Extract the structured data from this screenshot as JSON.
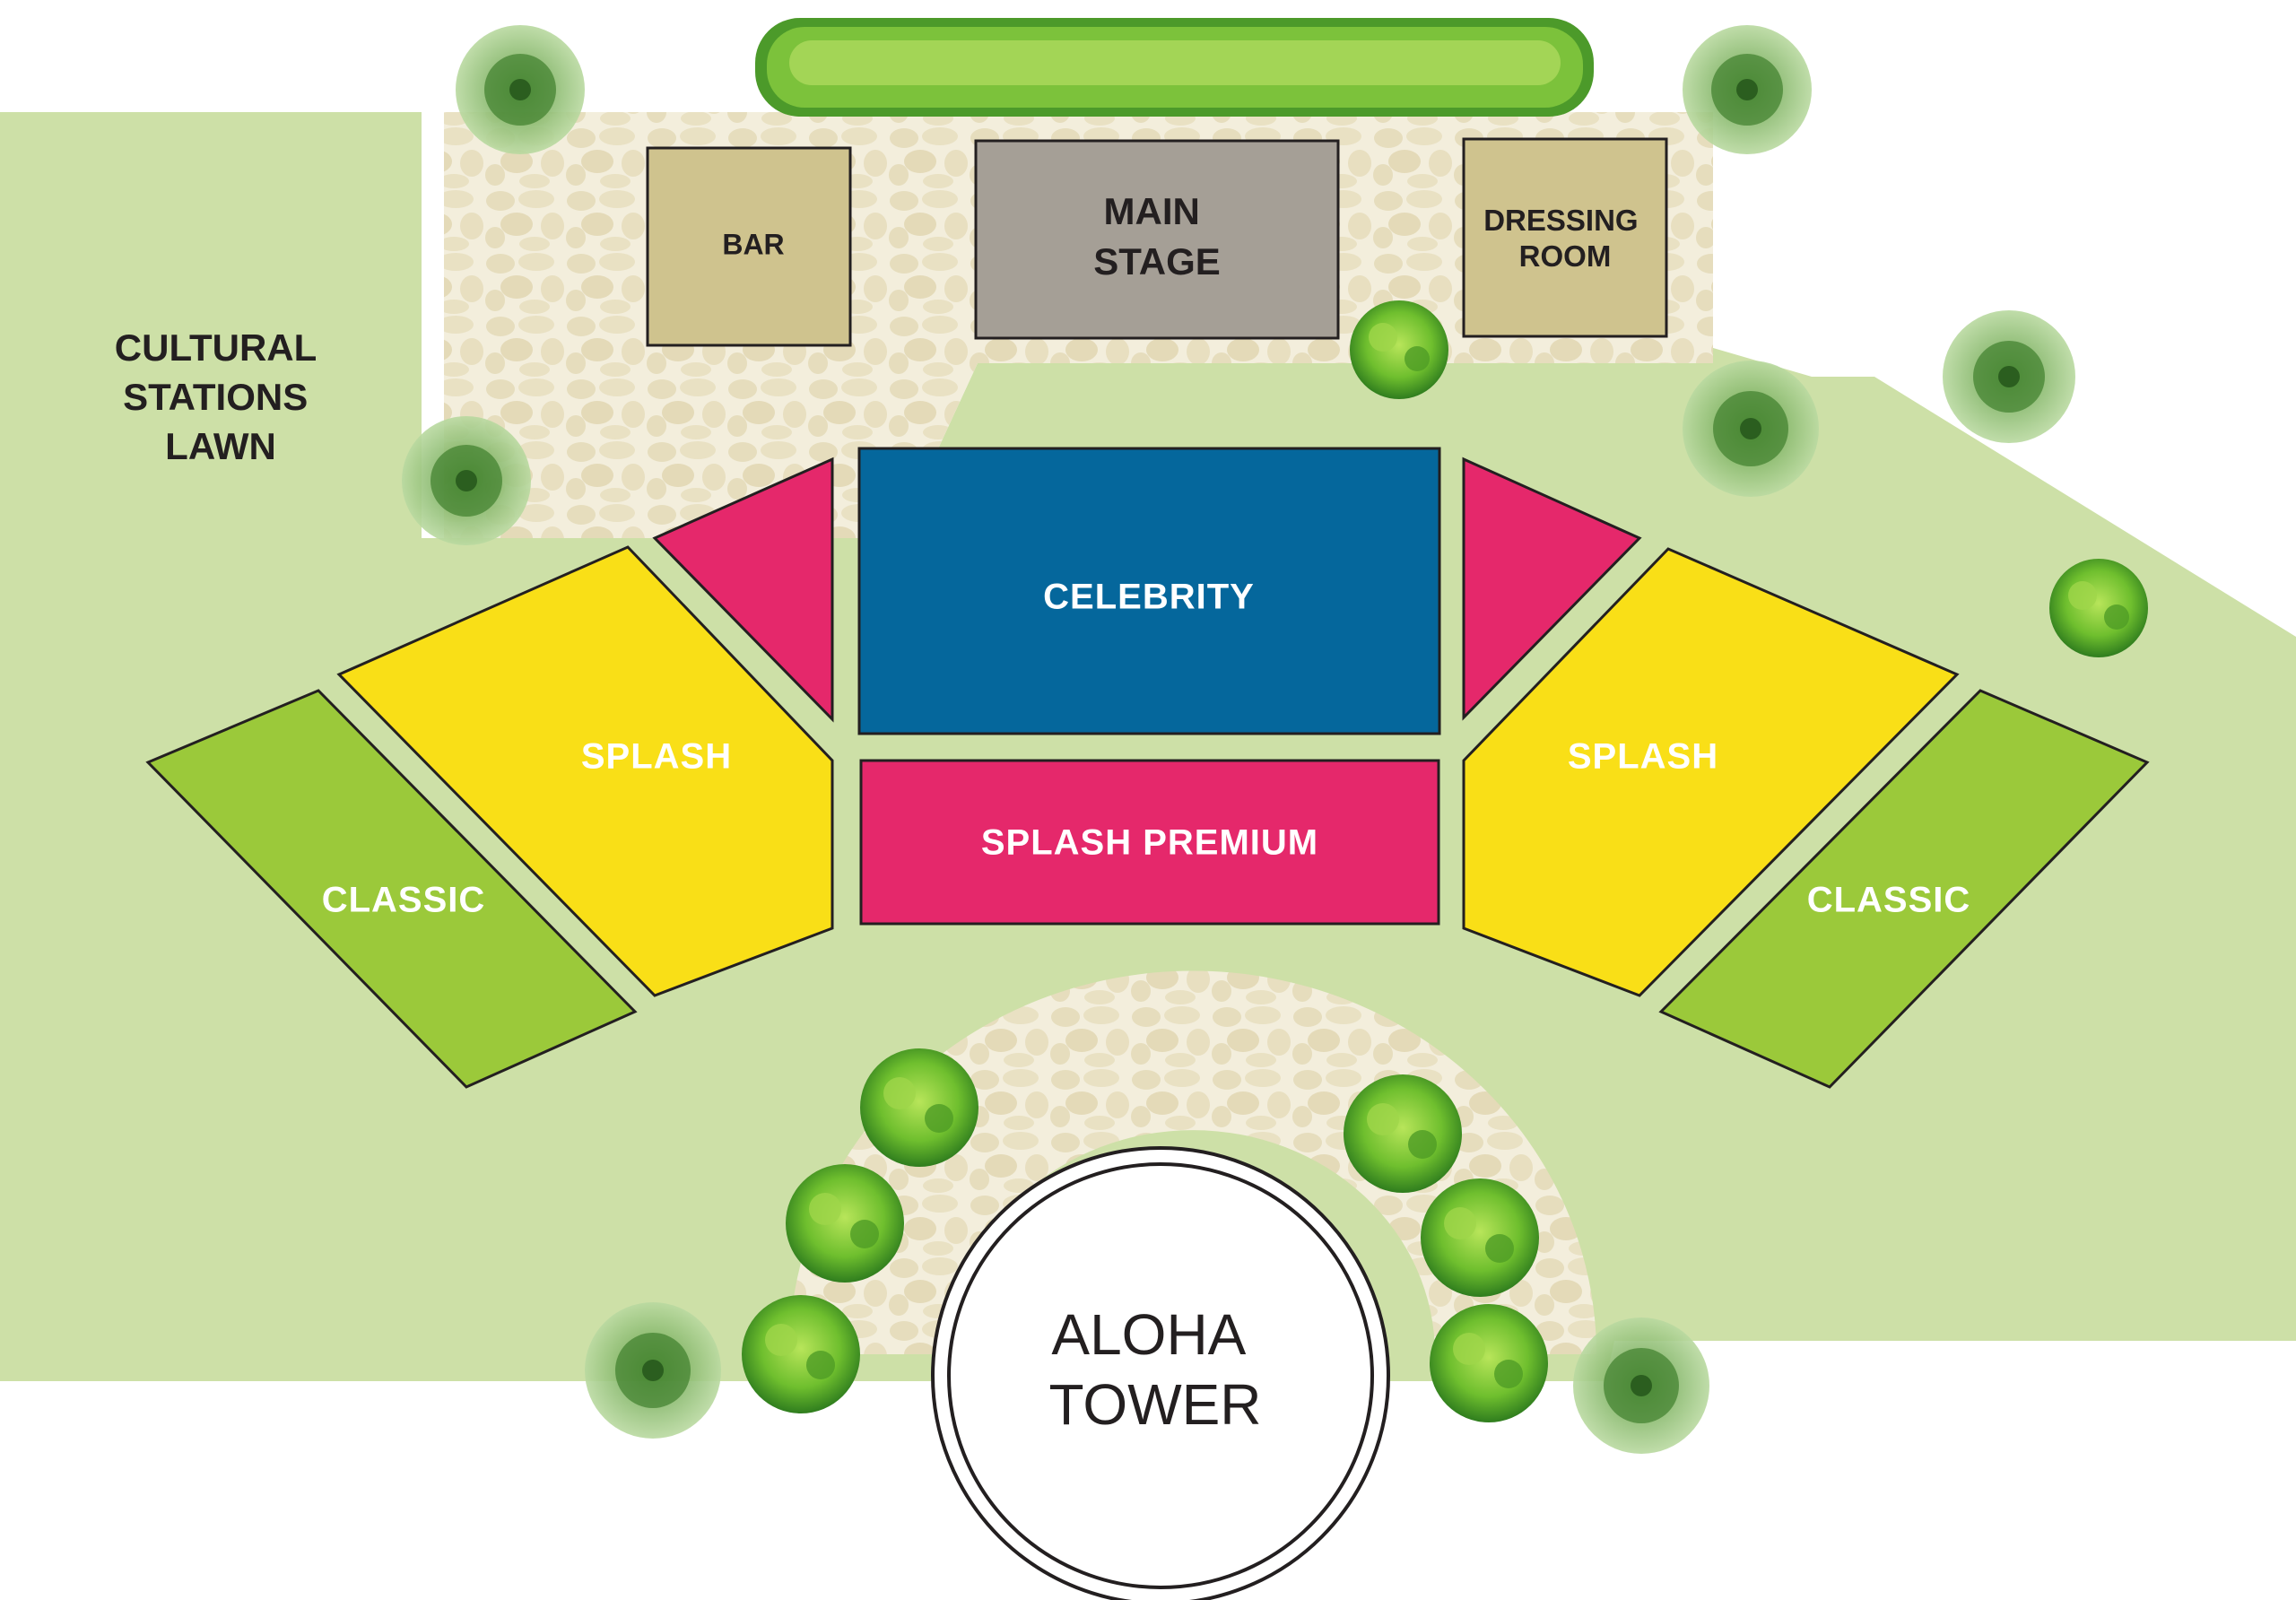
{
  "venue": {
    "lawn_label": [
      "CULTURAL",
      "STATIONS",
      "LAWN"
    ],
    "bar_label": "BAR",
    "main_stage_label": [
      "MAIN",
      "STAGE"
    ],
    "dressing_room_label": [
      "DRESSING",
      "ROOM"
    ],
    "tower_label": [
      "ALOHA",
      "TOWER"
    ]
  },
  "seating": {
    "celebrity": "CELEBRITY",
    "splash_premium": "SPLASH PREMIUM",
    "splash_left": "SPLASH",
    "splash_right": "SPLASH",
    "classic_left": "CLASSIC",
    "classic_right": "CLASSIC"
  },
  "colors": {
    "lawn": "#cde0a7",
    "celebrity": "#05679c",
    "premium_pink": "#e5286b",
    "splash_yellow": "#f9df17",
    "classic_green": "#9bc93a",
    "stage_gray": "#a59f96",
    "building_tan": "#cfc38e",
    "pebble": "#eae2c6"
  }
}
